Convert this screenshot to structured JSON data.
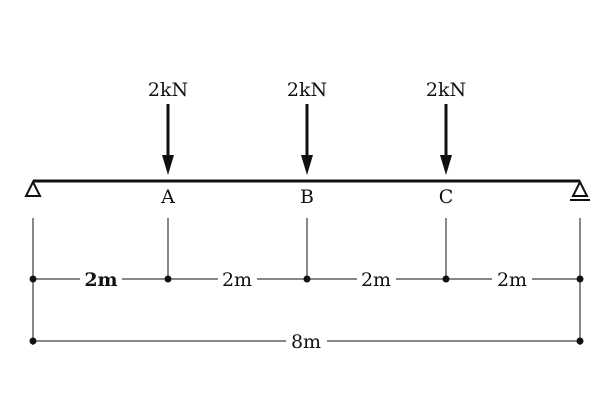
{
  "loads": [
    {
      "label": "2kN"
    },
    {
      "label": "2kN"
    },
    {
      "label": "2kN"
    }
  ],
  "points": [
    "A",
    "B",
    "C"
  ],
  "segment_dimensions": [
    "2m",
    "2m",
    "2m",
    "2m"
  ],
  "total_dimension": "8m"
}
